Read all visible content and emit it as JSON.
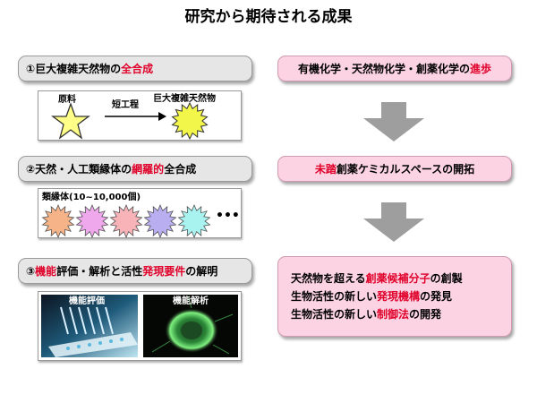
{
  "title": "研究から期待される成果",
  "left": {
    "item1": {
      "pre": "①巨大複雑天然物の",
      "hl": "全合成",
      "post": ""
    },
    "diagram1": {
      "label_raw": "原料",
      "label_process": "短工程",
      "label_product": "巨大複雑天然物"
    },
    "item2": {
      "pre": "②天然・人工類縁体の",
      "hl": "網羅的",
      "post": "全合成"
    },
    "diagram2": {
      "label": "類縁体(10~10,000個)",
      "dots": "•••"
    },
    "item3": {
      "num": "③",
      "hl1": "機能",
      "mid1": "評価・解析と活性",
      "hl2": "発現要件",
      "post": "の解明"
    },
    "images": {
      "label_left": "機能評価",
      "label_right": "機能解析"
    }
  },
  "right": {
    "res1": {
      "pre": "有機化学・天然物化学・創薬化学の",
      "hl": "進歩"
    },
    "res2": {
      "hl": "未踏",
      "post": "創薬ケミカルスペースの開拓"
    },
    "res3": {
      "l1_pre": "天然物を超える",
      "l1_hl": "創薬候補分子",
      "l1_post": "の創製",
      "l2_pre": "生物活性の新しい",
      "l2_hl": "発現機構",
      "l2_post": "の発見",
      "l3_pre": "生物活性の新しい",
      "l3_hl": "制御法",
      "l3_post": "の開発"
    }
  },
  "colors": {
    "highlight": "#e0002a",
    "result_box": "#fbd3e3",
    "label_box": "#e6e6e6",
    "arrow": "#9e9e9e",
    "star": "#ffff88",
    "starbursts": [
      "#f5b387",
      "#f0a8ec",
      "#f7b3b8",
      "#b8aef0",
      "#a8f2f0"
    ]
  }
}
